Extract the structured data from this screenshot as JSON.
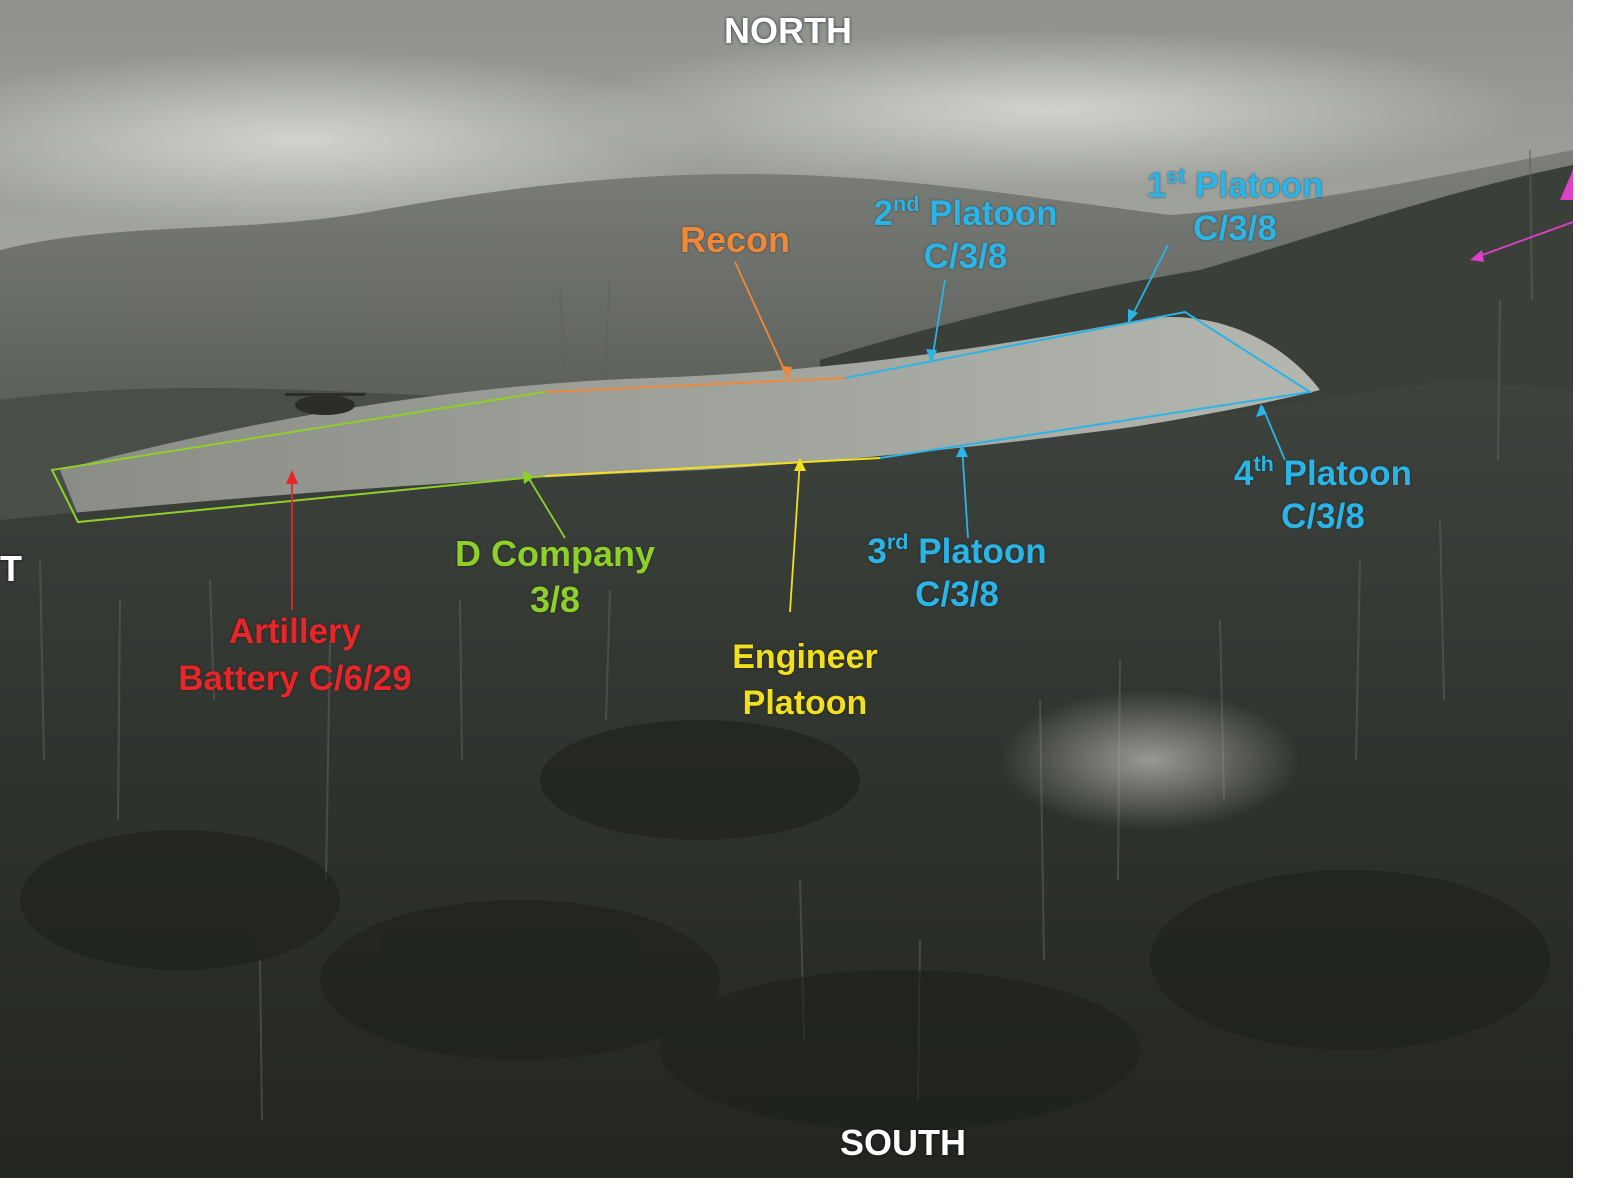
{
  "compass": {
    "north": "NORTH",
    "south": "SOUTH",
    "west_fragment": "T"
  },
  "labels": {
    "recon": "Recon",
    "platoon2": {
      "ordinal": "2",
      "suffix": "nd",
      "name": "Platoon",
      "unit": "C/3/8"
    },
    "platoon1": {
      "ordinal": "1",
      "suffix": "st",
      "name": "Platoon",
      "unit": "C/3/8"
    },
    "platoon3": {
      "ordinal": "3",
      "suffix": "rd",
      "name": "Platoon",
      "unit": "C/3/8"
    },
    "platoon4": {
      "ordinal": "4",
      "suffix": "th",
      "name": "Platoon",
      "unit": "C/3/8"
    },
    "d_company": {
      "line1": "D Company",
      "line2": "3/8"
    },
    "engineer": {
      "line1": "Engineer",
      "line2": "Platoon"
    },
    "artillery": {
      "line1": "Artillery",
      "line2": "Battery C/6/29"
    }
  },
  "colors": {
    "platoon_blue": "#2bb4e6",
    "recon_orange": "#f0883a",
    "dcompany_green": "#8fcf2a",
    "engineer_yellow": "#f2e01e",
    "artillery_red": "#e8262a",
    "edge_arrow_magenta": "#e040c8"
  }
}
